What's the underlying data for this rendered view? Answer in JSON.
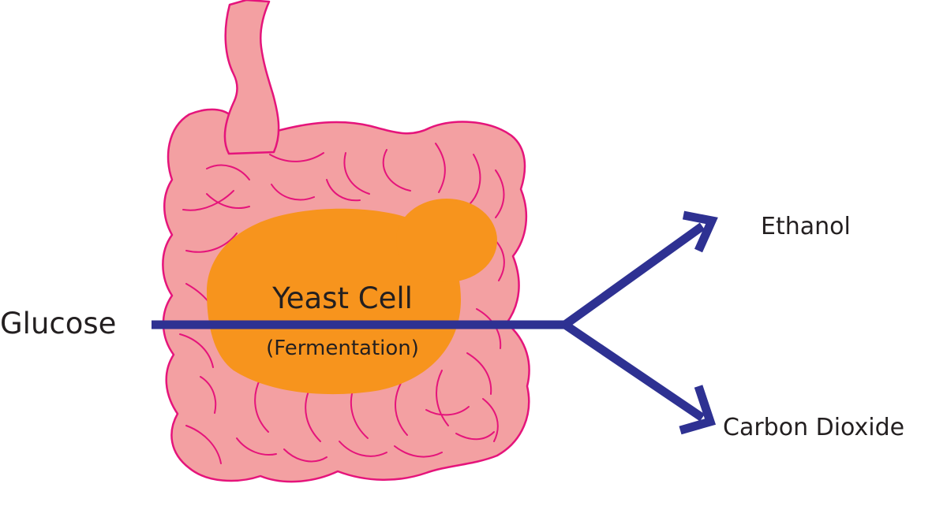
{
  "labels": {
    "input": "Glucose",
    "cell_title": "Yeast Cell",
    "cell_subtitle": "(Fermentation)",
    "output_top": "Ethanol",
    "output_bottom": "Carbon Dioxide"
  },
  "colors": {
    "intestine_fill": "#f3a0a2",
    "intestine_stroke": "#e5147b",
    "yeast_cell": "#f7941d",
    "arrow": "#2e3192",
    "text": "#231f20",
    "background": "#ffffff"
  }
}
